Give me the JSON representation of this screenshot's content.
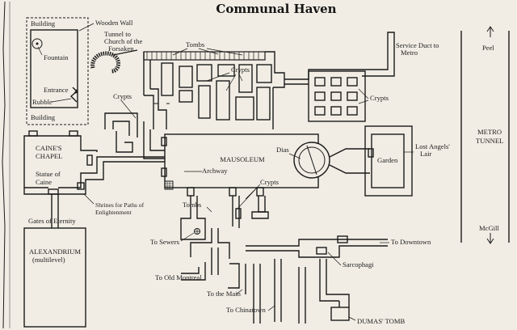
{
  "title": "Communal Haven",
  "labels": {
    "building_top": "Building",
    "wooden_wall": "Wooden Wall",
    "tunnel_church": [
      "Tunnel to",
      "Church of the",
      "Forsaken"
    ],
    "fountain": "Fountain",
    "entrance": "Entrance",
    "rubble": "Rubble",
    "building_bottom": "Building",
    "tombs_top": "Tombs",
    "crypts_upper": "Crypts",
    "crypts_left": "Crypts",
    "service_duct": [
      "Service Duct to",
      "Metro"
    ],
    "peel": "Peel",
    "crypts_right": "Crypts",
    "caines_chapel": [
      "CAINE'S",
      "CHAPEL"
    ],
    "statue": [
      "Statue of",
      "Caine"
    ],
    "mausoleum": "MAUSOLEUM",
    "dias": "Dias",
    "lost_angels": [
      "Lost Angels'",
      "Lair"
    ],
    "garden": "Garden",
    "metro_tunnel": [
      "METRO",
      "TUNNEL"
    ],
    "archway": "Archway",
    "crypts_lower": "Crypts",
    "shrines": [
      "Shrines for Paths of",
      "Enlightenment"
    ],
    "gates": "Gates of Eternity",
    "tombs_lower": "Tombs",
    "alexandrium": [
      "ALEXANDRIUM",
      "(multilevel)"
    ],
    "to_sewers": "To Sewers",
    "to_downtown": "To Downtown",
    "mcgill": "McGill",
    "sarcophagi": "Sarcophagi",
    "to_old_montreal": "To Old Montreal",
    "to_the_main": "To the Main",
    "to_chinatown": "To Chinatown",
    "dumas_tomb": "DUMAS' TOMB"
  }
}
